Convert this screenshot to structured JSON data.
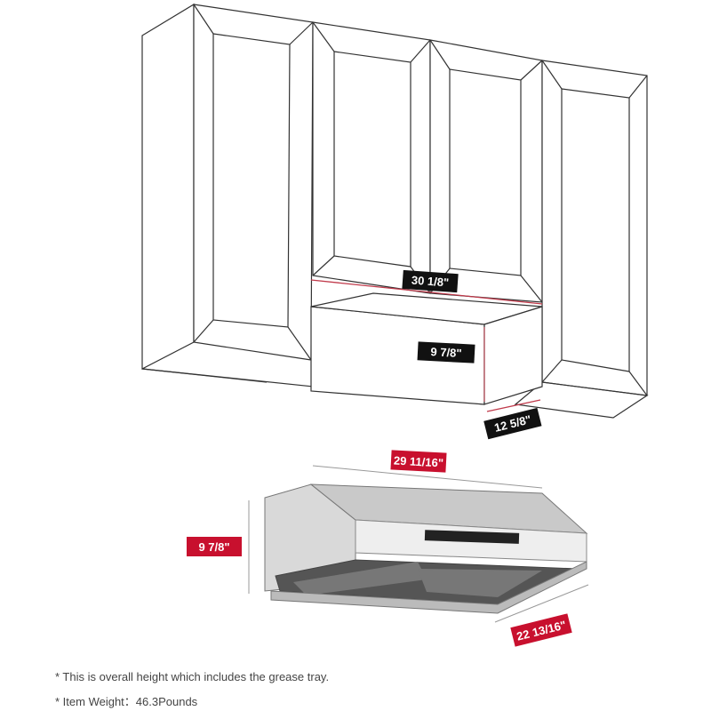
{
  "cabinet_diagram": {
    "width_label": "30 1/8\"",
    "height_label": "9 7/8\"",
    "depth_label": "12 5/8\"",
    "label_color": "#111111",
    "dimension_line_color": "#c0394a"
  },
  "hood_diagram": {
    "width_label": "29 11/16\"",
    "height_label": "9 7/8\"",
    "depth_label": "22 13/16\"",
    "label_color": "#c8102e"
  },
  "notes": [
    "* This is overall height which includes the grease tray.",
    "* Item Weight：46.3Pounds"
  ]
}
